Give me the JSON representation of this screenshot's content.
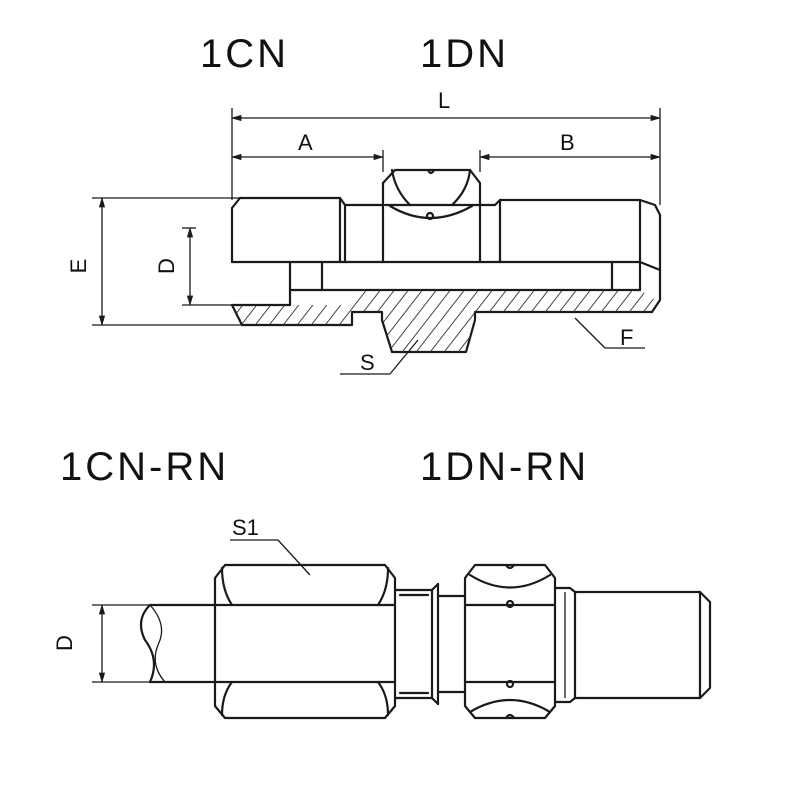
{
  "titles": {
    "top_left": "1CN",
    "top_right": "1DN",
    "bottom_left": "1CN-RN",
    "bottom_right": "1DN-RN"
  },
  "dimensions": {
    "L": "L",
    "A": "A",
    "B": "B",
    "E": "E",
    "D": "D",
    "S": "S",
    "F": "F",
    "S1": "S1",
    "D2": "D"
  }
}
